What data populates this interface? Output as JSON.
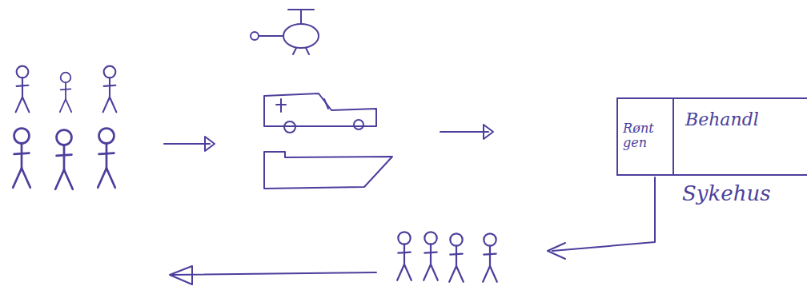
{
  "diagram": {
    "nodes": [
      {
        "text": [
          "Sykehus"
        ]
      },
      {
        "text": [
          "Rønt gen"
        ],
        "in": 0
      },
      {
        "text": [
          "Behandl"
        ],
        "in": 0
      }
    ]
  }
}
